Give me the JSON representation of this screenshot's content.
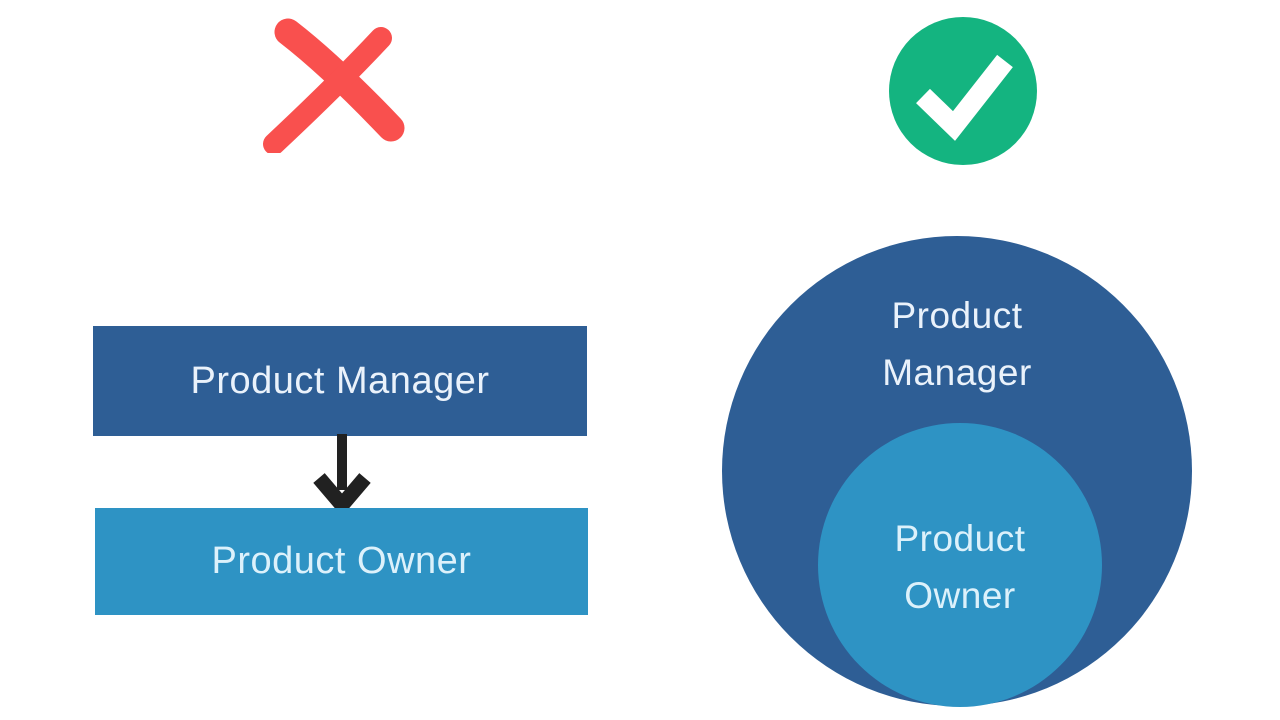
{
  "diagram_title": "Product Manager vs Product Owner comparison",
  "colors": {
    "background": "#FFFFFF",
    "dark_blue": "#2E5E95",
    "light_blue": "#2E93C4",
    "text_on_dark": "#EAF2FB",
    "text_on_light": "#DCF1FB",
    "wrong_red": "#F9504E",
    "correct_green": "#14B480",
    "check_stroke": "#FFFFFF",
    "arrow_black": "#212121"
  },
  "left_panel": {
    "verdict_icon": "x-mark (wrong)",
    "top_box": {
      "label": "Product Manager"
    },
    "arrow": {
      "direction": "down"
    },
    "bottom_box": {
      "label": "Product Owner"
    }
  },
  "right_panel": {
    "verdict_icon": "check-mark (correct)",
    "outer_circle": {
      "label": "Product\nManager"
    },
    "inner_circle": {
      "label": "Product\nOwner"
    }
  }
}
